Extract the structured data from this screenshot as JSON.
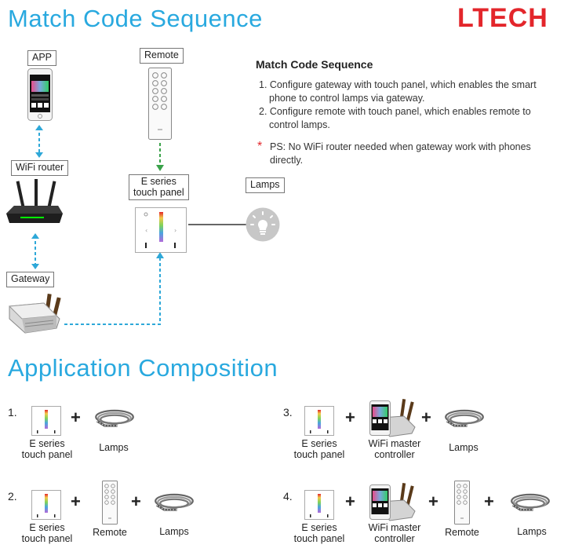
{
  "header": {
    "title": "Match Code Sequence",
    "brand": "LTECH"
  },
  "diagram": {
    "labels": {
      "app": "APP",
      "remote": "Remote",
      "wifi_router": "WiFi router",
      "e_series_line1": "E series",
      "e_series_line2": "touch panel",
      "lamps": "Lamps",
      "gateway": "Gateway"
    }
  },
  "instructions": {
    "title": "Match Code Sequence",
    "steps": [
      {
        "line1": "1. Configure gateway with touch panel, which enables the smart",
        "line2": "phone to control lamps via gateway."
      },
      {
        "line1": "2. Configure remote with touch panel, which enables remote to",
        "line2": "control lamps."
      }
    ],
    "note_mark": "*",
    "note_line1": "PS: No WiFi router needed when gateway work with phones",
    "note_line2": "directly."
  },
  "composition": {
    "title": "Application Composition",
    "plus": "+",
    "items": [
      {
        "number": "1.",
        "parts": [
          {
            "l1": "E series",
            "l2": "touch panel"
          },
          {
            "l1": "Lamps",
            "l2": ""
          }
        ]
      },
      {
        "number": "2.",
        "parts": [
          {
            "l1": "E series",
            "l2": "touch panel"
          },
          {
            "l1": "Remote",
            "l2": ""
          },
          {
            "l1": "Lamps",
            "l2": ""
          }
        ]
      },
      {
        "number": "3.",
        "parts": [
          {
            "l1": "E series",
            "l2": "touch panel"
          },
          {
            "l1": "WiFi master",
            "l2": "controller"
          },
          {
            "l1": "Lamps",
            "l2": ""
          }
        ]
      },
      {
        "number": "4.",
        "parts": [
          {
            "l1": "E series",
            "l2": "touch panel"
          },
          {
            "l1": "WiFi master",
            "l2": "controller"
          },
          {
            "l1": "Remote",
            "l2": ""
          },
          {
            "l1": "Lamps",
            "l2": ""
          }
        ]
      }
    ]
  },
  "colors": {
    "accent": "#29a9df",
    "brand": "#e3262b",
    "link_line": "#2ea8d8",
    "remote_line": "#3aa24a",
    "lamp_line": "#666666"
  }
}
